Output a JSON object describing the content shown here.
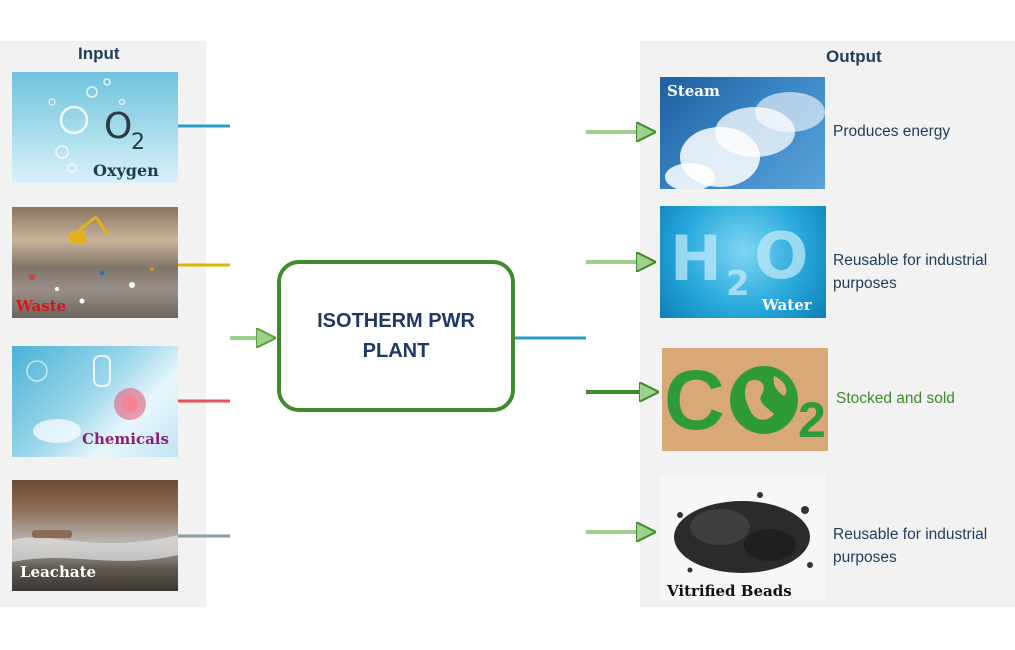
{
  "colors": {
    "panel_bg": "#f2f2f2",
    "title_text": "#1f3d5c",
    "plant_border": "#3e8a2c",
    "plant_text": "#1f3864",
    "oxygen_line": "#2a9dc4",
    "waste_line": "#e5b100",
    "chemicals_line": "#e8505b",
    "leachate_line": "#8a9ba3",
    "output_arrow": "#5aa33a",
    "co2_green": "#2e9a3a"
  },
  "input": {
    "title": "Input",
    "items": [
      {
        "label": "Oxygen",
        "icon": "oxygen-bubbles-photo",
        "formula_o": "O",
        "formula_sub": "2"
      },
      {
        "label": "Waste",
        "icon": "landfill-waste-photo"
      },
      {
        "label": "Chemicals",
        "icon": "chemical-lab-photo"
      },
      {
        "label": "Leachate",
        "icon": "leachate-stream-photo"
      }
    ]
  },
  "plant": {
    "title": "ISOTHERM PWR PLANT"
  },
  "output": {
    "title": "Output",
    "items": [
      {
        "label": "Steam",
        "description": "Produces energy",
        "icon": "steam-cloud-photo"
      },
      {
        "label": "Water",
        "description": "Reusable for industrial purposes",
        "icon": "h2o-water-photo",
        "formula_h": "H",
        "formula_sub": "2",
        "formula_o": "O"
      },
      {
        "description": "Stocked and sold",
        "icon": "co2-globe-image",
        "formula_c": "C",
        "formula_sub": "2"
      },
      {
        "label": "Vitrified Beads",
        "description": "Reusable for industrial purposes",
        "icon": "vitrified-beads-photo"
      }
    ]
  }
}
